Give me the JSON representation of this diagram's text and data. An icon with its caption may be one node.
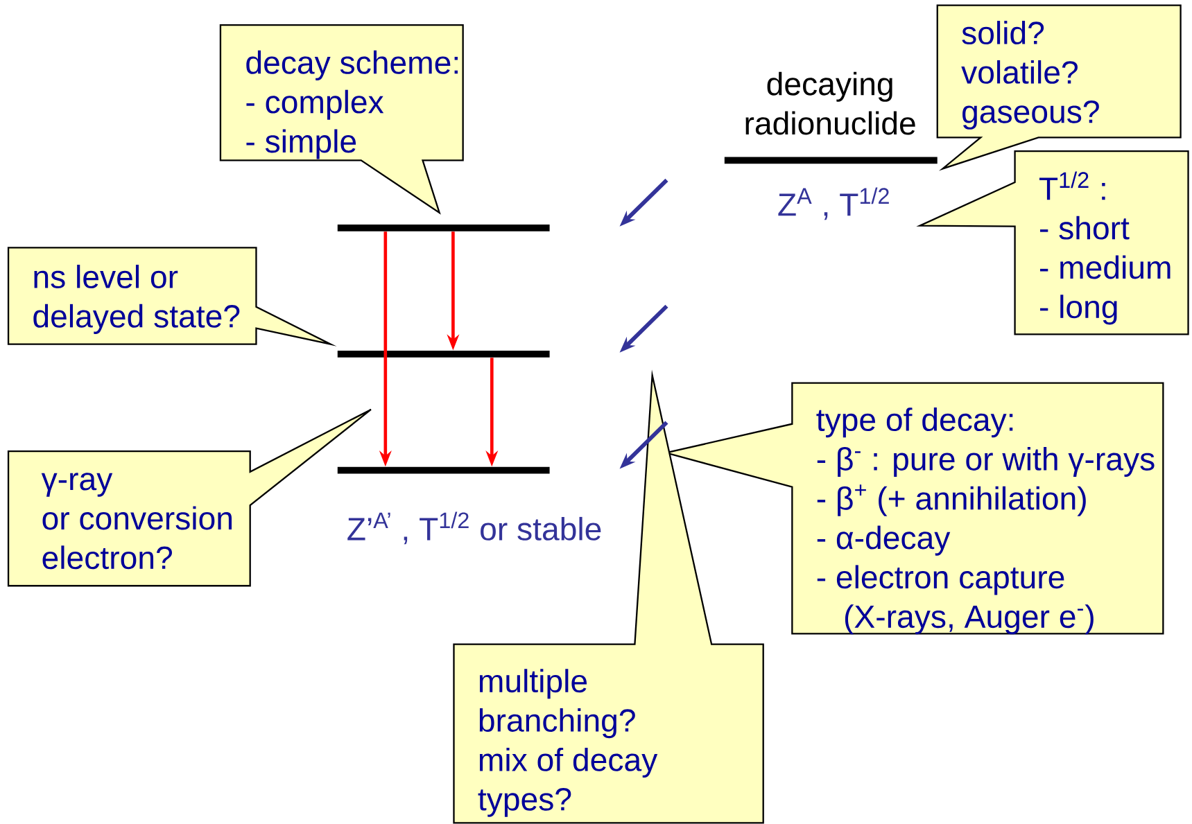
{
  "diagram": {
    "nodes": [
      {
        "text": [
          "decay scheme:",
          "- complex",
          "- simple"
        ]
      },
      {
        "text": [
          "decaying radionuclide"
        ],
        "beside": [
          "Z$^{A}$ , T$^{1/2}$"
        ]
      },
      {
        "text": [
          "solid?",
          "volatile?",
          "gaseous?"
        ]
      },
      {
        "text": [
          "T$^{1/2}$ :",
          "- short",
          "- medium",
          "- long"
        ]
      },
      {
        "text": [],
        "shape": "bar"
      },
      {
        "text": [],
        "shape": "bar"
      },
      {
        "text": [],
        "shape": "bar"
      },
      {
        "text": [
          "ns level or delayed state?"
        ]
      },
      {
        "text": [
          "γ-ray",
          "or conversion electron?"
        ]
      },
      {
        "text": [
          "type of decay:",
          "- β$^{-}$ : pure or with γ-rays",
          "- β$^{+}$ (+ annihilation)",
          "- α-decay",
          "- electron capture (X-rays, Auger e$^{-}$)"
        ]
      },
      {
        "text": [
          "multiple branching?",
          "mix of decay types?"
        ]
      }
    ],
    "edges": [
      {
        "from": 4,
        "to": 6,
        "arrow": "to",
        "color": "#ff0000"
      },
      {
        "from": 4,
        "to": 5,
        "arrow": "to",
        "color": "#ff0000"
      },
      {
        "from": 5,
        "to": 6,
        "arrow": "to",
        "color": "#ff0000"
      }
    ],
    "labels": [
      "Z’$^{A’}$ , T$^{1/2}$ or stable"
    ]
  }
}
